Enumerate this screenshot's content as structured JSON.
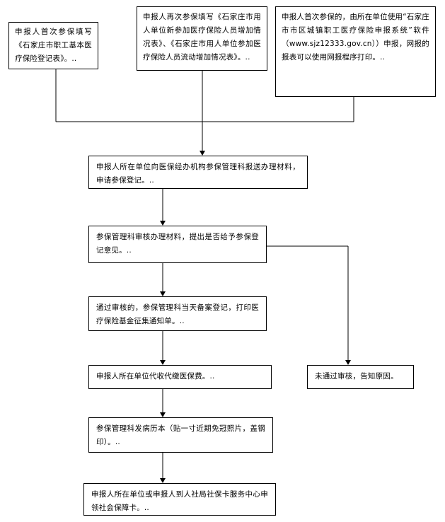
{
  "boxes": {
    "first_enroll_form": "申报人首次参保填写《石家庄市职工基本医疗保险登记表》。..",
    "reenroll_form": "申报人再次参保填写《石家庄市用人单位新参加医疗保险人员增加情况表》、《石家庄市用人单位参加医疗保险人员流动增加情况表》。..",
    "online_declare": "申报人首次参保的，由所在单位使用“石家庄市市区城镇职工医疗保险申报系统”软件（www.sjz12333.gov.cn））申报，网报的报表可以使用网报程序打印。..",
    "submit_materials": "申报人所在单位向医保经办机构参保管理科报送办理材料，申请参保登记。..",
    "review": "参保管理科审核办理材料，提出是否给予参保登记意见。..",
    "approved": "通过审核的，参保管理科当天备案登记，打印医疗保险基金征集通知单。..",
    "rejected": "未通过审核，告知原因。",
    "collect_fee": "申报人所在单位代收代缴医保费。..",
    "issue_record": "参保管理科发病历本（贴一寸近期免冠照片，盖钢印）。..",
    "get_card": "申报人所在单位或申报人到人社局社保卡服务中心申领社会保障卡。.."
  },
  "colors": {
    "line": "#000000",
    "box_border": "#000000",
    "background": "#ffffff"
  }
}
